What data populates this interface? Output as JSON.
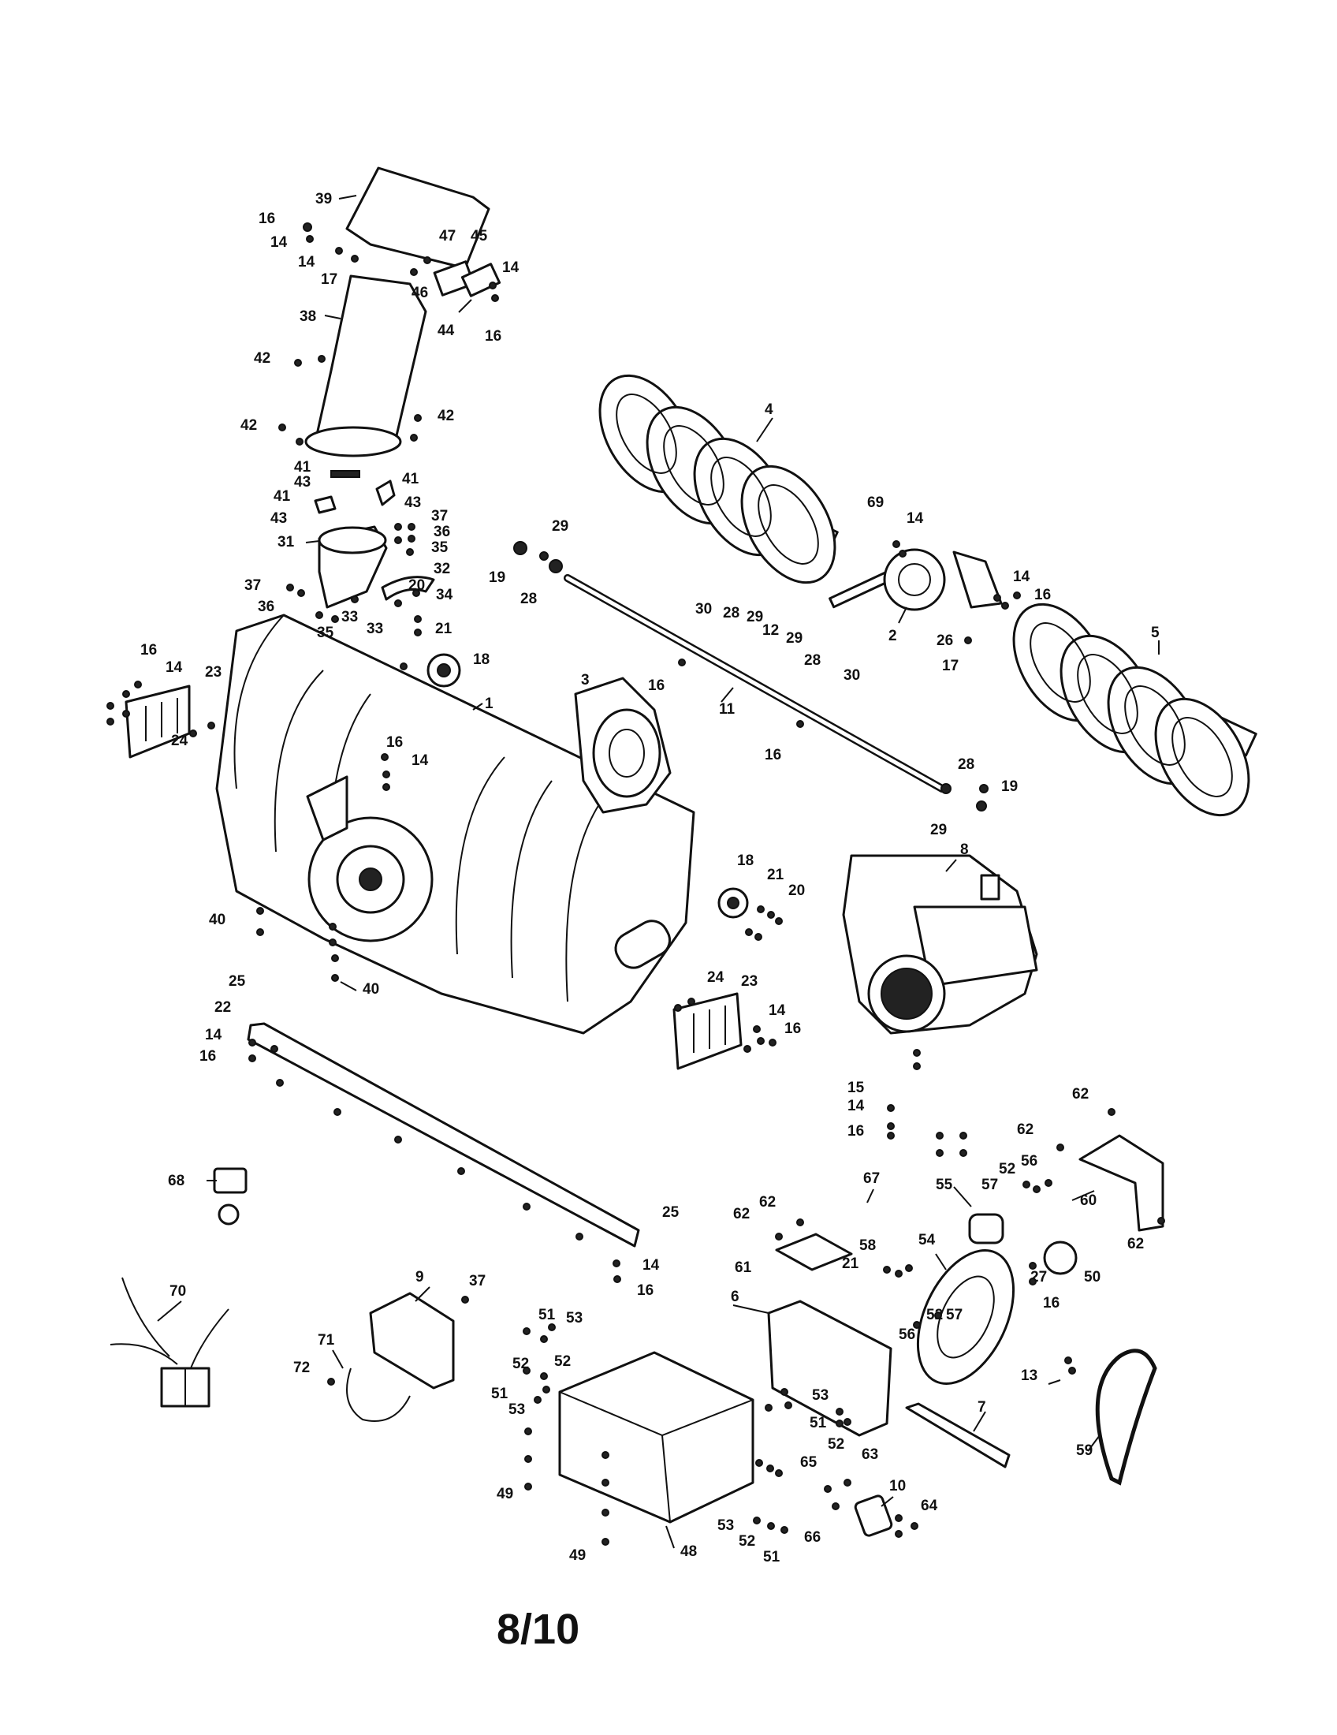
{
  "page_number": "8/10",
  "callouts": [
    {
      "id": "c1",
      "text": "1"
    },
    {
      "id": "c2",
      "text": "2"
    },
    {
      "id": "c3",
      "text": "3"
    },
    {
      "id": "c4",
      "text": "4"
    },
    {
      "id": "c5",
      "text": "5"
    },
    {
      "id": "c6",
      "text": "6"
    },
    {
      "id": "c7",
      "text": "7"
    },
    {
      "id": "c8",
      "text": "8"
    },
    {
      "id": "c9",
      "text": "9"
    },
    {
      "id": "c10",
      "text": "10"
    },
    {
      "id": "c11",
      "text": "11"
    },
    {
      "id": "c12",
      "text": "12"
    },
    {
      "id": "c13",
      "text": "13"
    },
    {
      "id": "c14a",
      "text": "14"
    },
    {
      "id": "c14b",
      "text": "14"
    },
    {
      "id": "c14c",
      "text": "14"
    },
    {
      "id": "c14d",
      "text": "14"
    },
    {
      "id": "c14e",
      "text": "14"
    },
    {
      "id": "c14f",
      "text": "14"
    },
    {
      "id": "c14g",
      "text": "14"
    },
    {
      "id": "c14h",
      "text": "14"
    },
    {
      "id": "c14i",
      "text": "14"
    },
    {
      "id": "c14j",
      "text": "14"
    },
    {
      "id": "c14k",
      "text": "14"
    },
    {
      "id": "c15",
      "text": "15"
    },
    {
      "id": "c16a",
      "text": "16"
    },
    {
      "id": "c16b",
      "text": "16"
    },
    {
      "id": "c16c",
      "text": "16"
    },
    {
      "id": "c16d",
      "text": "16"
    },
    {
      "id": "c16e",
      "text": "16"
    },
    {
      "id": "c16f",
      "text": "16"
    },
    {
      "id": "c16g",
      "text": "16"
    },
    {
      "id": "c16h",
      "text": "16"
    },
    {
      "id": "c16i",
      "text": "16"
    },
    {
      "id": "c16j",
      "text": "16"
    },
    {
      "id": "c16k",
      "text": "16"
    },
    {
      "id": "c16l",
      "text": "16"
    },
    {
      "id": "c17a",
      "text": "17"
    },
    {
      "id": "c17b",
      "text": "17"
    },
    {
      "id": "c18a",
      "text": "18"
    },
    {
      "id": "c18b",
      "text": "18"
    },
    {
      "id": "c19a",
      "text": "19"
    },
    {
      "id": "c19b",
      "text": "19"
    },
    {
      "id": "c20a",
      "text": "20"
    },
    {
      "id": "c20b",
      "text": "20"
    },
    {
      "id": "c21a",
      "text": "21"
    },
    {
      "id": "c21b",
      "text": "21"
    },
    {
      "id": "c21c",
      "text": "21"
    },
    {
      "id": "c22",
      "text": "22"
    },
    {
      "id": "c23a",
      "text": "23"
    },
    {
      "id": "c23b",
      "text": "23"
    },
    {
      "id": "c24a",
      "text": "24"
    },
    {
      "id": "c24b",
      "text": "24"
    },
    {
      "id": "c25a",
      "text": "25"
    },
    {
      "id": "c25b",
      "text": "25"
    },
    {
      "id": "c26",
      "text": "26"
    },
    {
      "id": "c27",
      "text": "27"
    },
    {
      "id": "c28a",
      "text": "28"
    },
    {
      "id": "c28b",
      "text": "28"
    },
    {
      "id": "c28c",
      "text": "28"
    },
    {
      "id": "c28d",
      "text": "28"
    },
    {
      "id": "c29a",
      "text": "29"
    },
    {
      "id": "c29b",
      "text": "29"
    },
    {
      "id": "c29c",
      "text": "29"
    },
    {
      "id": "c29d",
      "text": "29"
    },
    {
      "id": "c30a",
      "text": "30"
    },
    {
      "id": "c30b",
      "text": "30"
    },
    {
      "id": "c31",
      "text": "31"
    },
    {
      "id": "c32",
      "text": "32"
    },
    {
      "id": "c33a",
      "text": "33"
    },
    {
      "id": "c33b",
      "text": "33"
    },
    {
      "id": "c34",
      "text": "34"
    },
    {
      "id": "c35a",
      "text": "35"
    },
    {
      "id": "c35b",
      "text": "35"
    },
    {
      "id": "c36a",
      "text": "36"
    },
    {
      "id": "c36b",
      "text": "36"
    },
    {
      "id": "c37a",
      "text": "37"
    },
    {
      "id": "c37b",
      "text": "37"
    },
    {
      "id": "c37c",
      "text": "37"
    },
    {
      "id": "c38",
      "text": "38"
    },
    {
      "id": "c39",
      "text": "39"
    },
    {
      "id": "c40a",
      "text": "40"
    },
    {
      "id": "c40b",
      "text": "40"
    },
    {
      "id": "c41a",
      "text": "41"
    },
    {
      "id": "c41b",
      "text": "41"
    },
    {
      "id": "c41c",
      "text": "41"
    },
    {
      "id": "c42a",
      "text": "42"
    },
    {
      "id": "c42b",
      "text": "42"
    },
    {
      "id": "c42c",
      "text": "42"
    },
    {
      "id": "c43a",
      "text": "43"
    },
    {
      "id": "c43b",
      "text": "43"
    },
    {
      "id": "c43c",
      "text": "43"
    },
    {
      "id": "c44",
      "text": "44"
    },
    {
      "id": "c45",
      "text": "45"
    },
    {
      "id": "c46",
      "text": "46"
    },
    {
      "id": "c47",
      "text": "47"
    },
    {
      "id": "c48",
      "text": "48"
    },
    {
      "id": "c49a",
      "text": "49"
    },
    {
      "id": "c49b",
      "text": "49"
    },
    {
      "id": "c50",
      "text": "50"
    },
    {
      "id": "c51a",
      "text": "51"
    },
    {
      "id": "c51b",
      "text": "51"
    },
    {
      "id": "c51c",
      "text": "51"
    },
    {
      "id": "c51d",
      "text": "51"
    },
    {
      "id": "c52a",
      "text": "52"
    },
    {
      "id": "c52b",
      "text": "52"
    },
    {
      "id": "c52c",
      "text": "52"
    },
    {
      "id": "c52d",
      "text": "52"
    },
    {
      "id": "c52e",
      "text": "52"
    },
    {
      "id": "c52f",
      "text": "52"
    },
    {
      "id": "c53a",
      "text": "53"
    },
    {
      "id": "c53b",
      "text": "53"
    },
    {
      "id": "c53c",
      "text": "53"
    },
    {
      "id": "c53d",
      "text": "53"
    },
    {
      "id": "c54",
      "text": "54"
    },
    {
      "id": "c55",
      "text": "55"
    },
    {
      "id": "c56a",
      "text": "56"
    },
    {
      "id": "c56b",
      "text": "56"
    },
    {
      "id": "c57a",
      "text": "57"
    },
    {
      "id": "c57b",
      "text": "57"
    },
    {
      "id": "c58",
      "text": "58"
    },
    {
      "id": "c59",
      "text": "59"
    },
    {
      "id": "c60",
      "text": "60"
    },
    {
      "id": "c61",
      "text": "61"
    },
    {
      "id": "c62a",
      "text": "62"
    },
    {
      "id": "c62b",
      "text": "62"
    },
    {
      "id": "c62c",
      "text": "62"
    },
    {
      "id": "c62d",
      "text": "62"
    },
    {
      "id": "c62e",
      "text": "62"
    },
    {
      "id": "c63",
      "text": "63"
    },
    {
      "id": "c64",
      "text": "64"
    },
    {
      "id": "c65",
      "text": "65"
    },
    {
      "id": "c66",
      "text": "66"
    },
    {
      "id": "c67",
      "text": "67"
    },
    {
      "id": "c68",
      "text": "68"
    },
    {
      "id": "c69",
      "text": "69"
    },
    {
      "id": "c70",
      "text": "70"
    },
    {
      "id": "c71",
      "text": "71"
    },
    {
      "id": "c72",
      "text": "72"
    }
  ]
}
